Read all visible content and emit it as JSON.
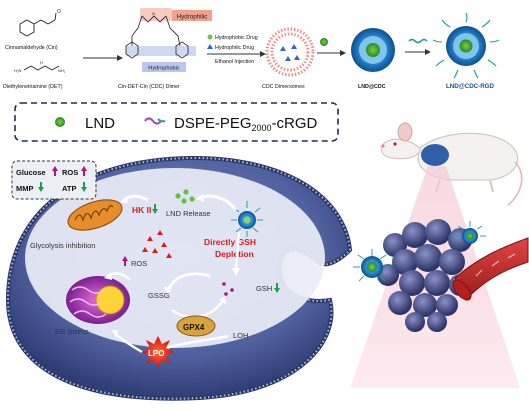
{
  "synthesis": {
    "cin_label": "Cinnamaldehyde (Cin)",
    "det_label": "Diethylenetriamine (DET)",
    "dimer_label": "Cin-DET-Cin (CDC) Dimer",
    "hydrophilic": "Hydrophilic",
    "hydrophobic": "Hydrophobic",
    "legend_hydrophobic_drug": "Hydrophobic Drug",
    "legend_hydrophilic_drug": "Hydrophilic Drug",
    "legend_ethanol": "Ethanol Injection",
    "cdc_dimersomes": "CDC Dimersomes",
    "lnd_at_cdc": "LND@CDC",
    "lnd_at_cdc_rgd": "LND@CDC-RGD"
  },
  "legend_box": {
    "lnd": "LND",
    "peg_prefix": "DSPE-PEG",
    "peg_sub": "2000",
    "peg_suffix": "-cRGD"
  },
  "cell": {
    "glucose": "Glucose",
    "ros_top": "ROS",
    "mmp": "MMP",
    "atp": "ATP",
    "glycolysis": "Glycolysis inhibition",
    "hk2": "HK II",
    "lnd_release": "LND Release",
    "gsh_depletion_1": "Directly GSH",
    "gsh_depletion_2": "Depletion",
    "ros": "ROS",
    "gssg": "GSSG",
    "gsh": "GSH",
    "er_stress": "ER Stress",
    "gpx4": "GPX4",
    "loh": "LOH",
    "lpo": "LPO"
  },
  "colors": {
    "up_arrow": "#b0127f",
    "down_arrow": "#19a14a",
    "red_text": "#e01a1a",
    "membrane": "#3a4a86",
    "cytoplasm": "#5a6eb4",
    "hydrophilic_tag": "#f3a08c",
    "hydrophobic_tag": "#b9c7ee",
    "lnd_green": "#63c23a"
  }
}
